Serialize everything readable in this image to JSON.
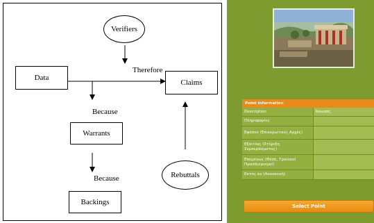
{
  "diagram": {
    "nodes": {
      "verifiers": "Verifiers",
      "data": "Data",
      "claims": "Claims",
      "warrants": "Warrants",
      "backings": "Backings",
      "rebuttals": "Rebuttals"
    },
    "edge_labels": {
      "therefore": "Therefore",
      "because_1": "Because",
      "because_2": "Because"
    }
  },
  "point_panel": {
    "photo_icon": "knossos-palace-photo",
    "header": "Point Information",
    "rows": [
      {
        "label": "Description",
        "value": "Κνωσός"
      },
      {
        "label": "Πληροφορίες",
        "value": ""
      },
      {
        "label": "Εφόσον (Επικυρωτικές Αρχές)",
        "value": ""
      },
      {
        "label": "Εξαιτίας (Στήριξη Συμπεράσματος)",
        "value": ""
      },
      {
        "label": "Επομένως (Θέση, Τρανικοί Προσδιορισμοί)",
        "value": ""
      },
      {
        "label": "Εκτός αν (Ανασκευή)",
        "value": ""
      }
    ],
    "select_button": "Select Point",
    "colors": {
      "background": "#7d9b2f",
      "header": "#e88a1c",
      "button": "#f0a020"
    }
  }
}
